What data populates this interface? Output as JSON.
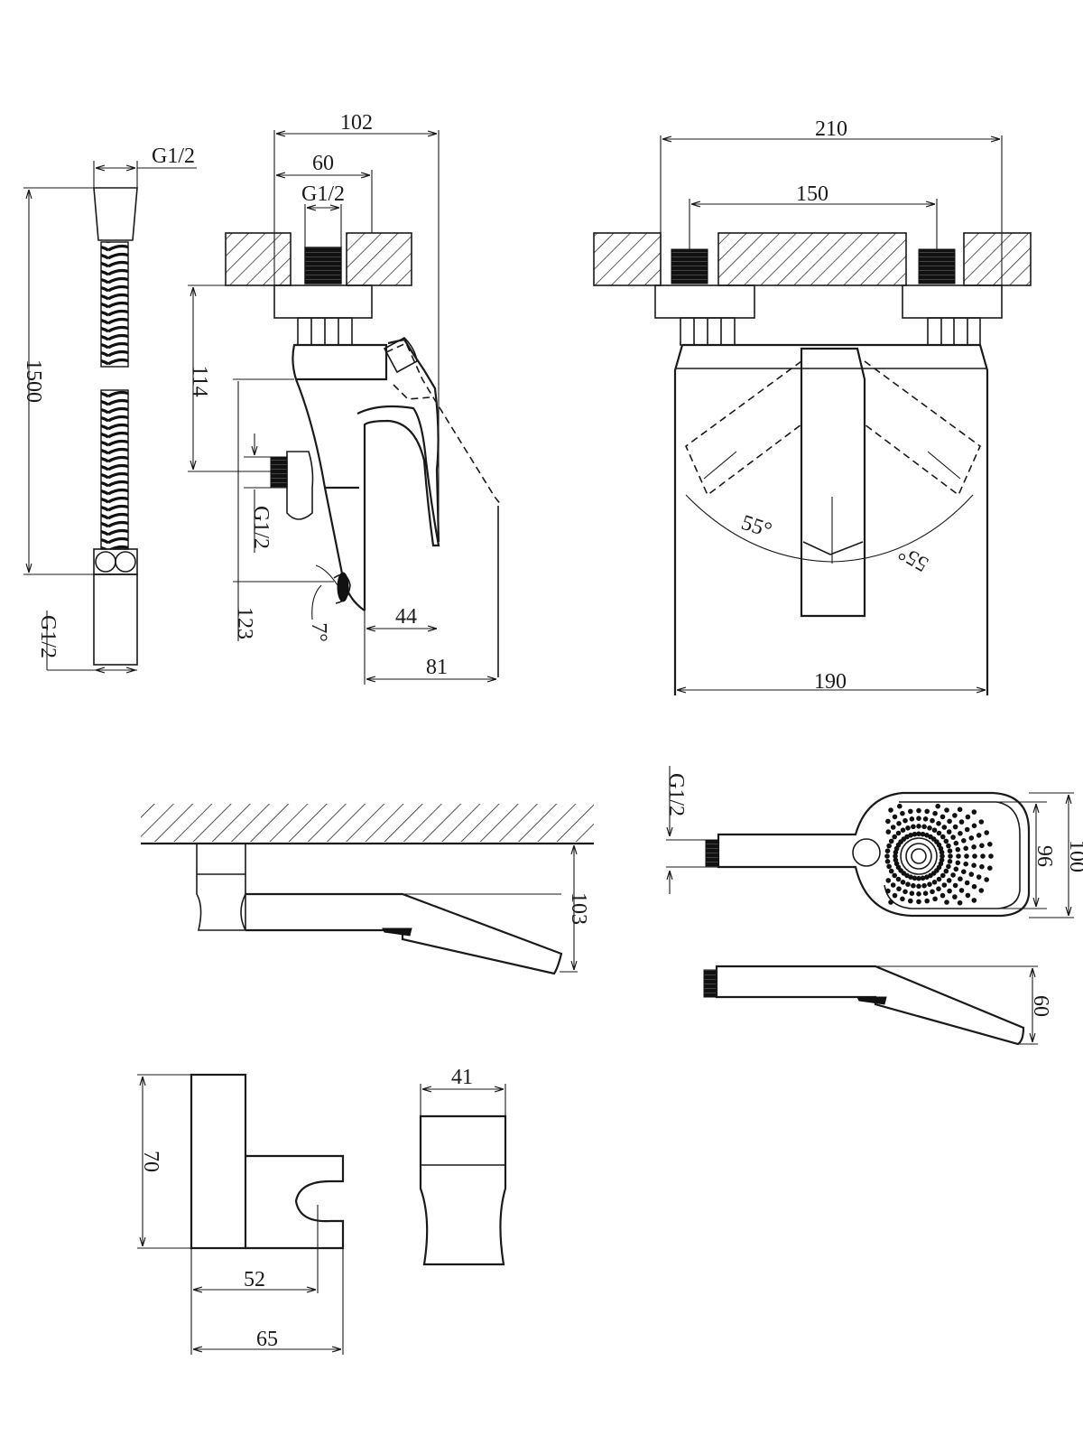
{
  "dimensions": {
    "hose_thread": "G1/2",
    "hose_length": "1500",
    "hose_end_thread": "G1/2",
    "body_depth": "102",
    "connector_spacing_side": "60",
    "inlet_thread": "G1/2",
    "height_to_outlet": "114",
    "outlet_thread": "G1/2",
    "spout_height": "123",
    "spout_angle": "7°",
    "spout_projection_inner": "44",
    "spout_projection_outer": "81",
    "overall_width": "210",
    "inlet_centres": "150",
    "handle_angle_left": "55°",
    "handle_angle_right": "55°",
    "body_width": "190",
    "spout_drop": "103",
    "handshower_thread": "G1/2",
    "handshower_face_inner": "96",
    "handshower_face_outer": "100",
    "handshower_thickness": "60",
    "holder_height": "70",
    "holder_hook_offset": "52",
    "holder_depth": "65",
    "holder_width": "41"
  }
}
